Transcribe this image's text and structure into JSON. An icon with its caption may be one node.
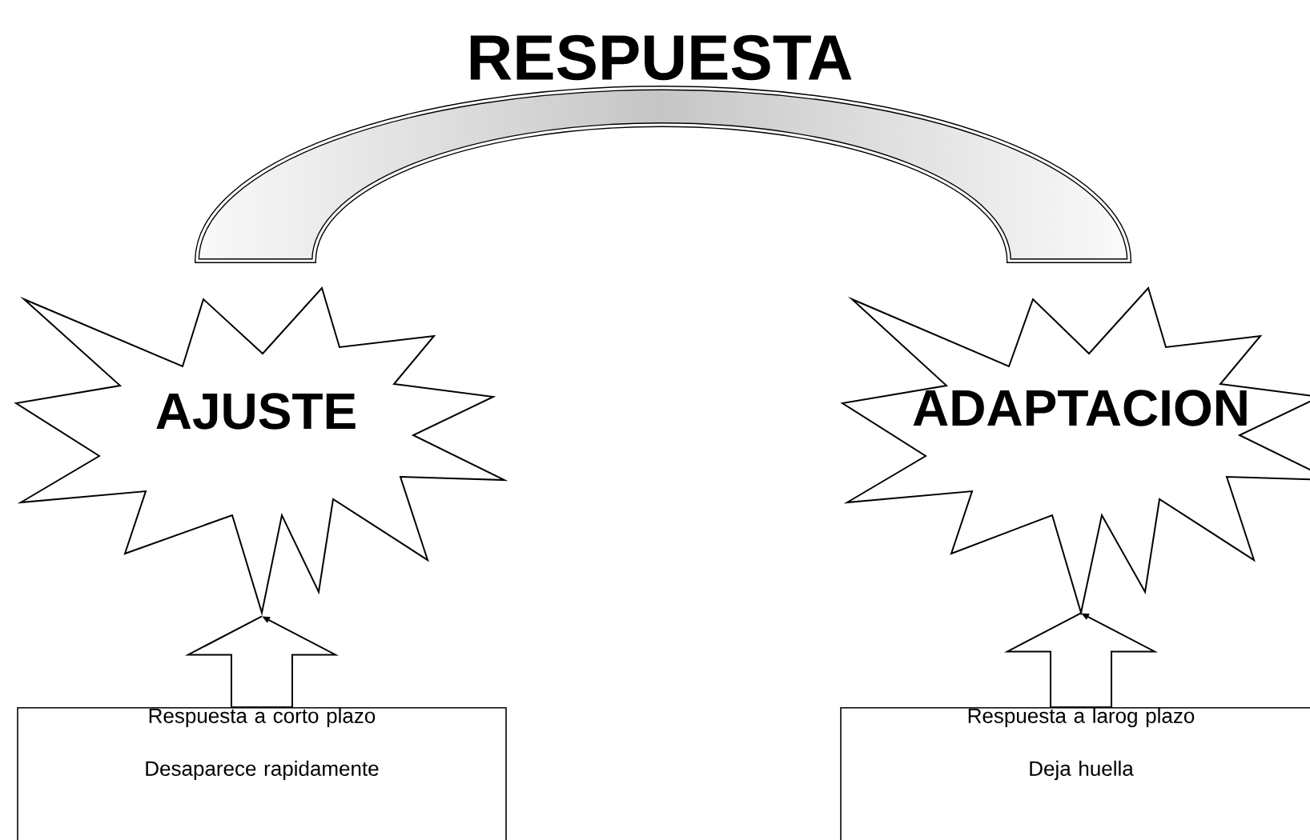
{
  "diagram": {
    "title": "RESPUESTA",
    "nodes": [
      {
        "text": [
          "AJUSTE"
        ]
      },
      {
        "text": [
          "ADAPTACION"
        ]
      },
      {
        "text": [
          "Respuesta a corto plazo",
          "Desaparece rapidamente"
        ]
      },
      {
        "text": [
          "Respuesta a larog plazo",
          "Deja huella"
        ]
      }
    ],
    "edges": [
      {
        "from": 0,
        "to": 1,
        "arrow": "none",
        "style": "thick"
      },
      {
        "from": 2,
        "to": 0,
        "arrow": "to"
      },
      {
        "from": 3,
        "to": 1,
        "arrow": "to"
      }
    ]
  }
}
